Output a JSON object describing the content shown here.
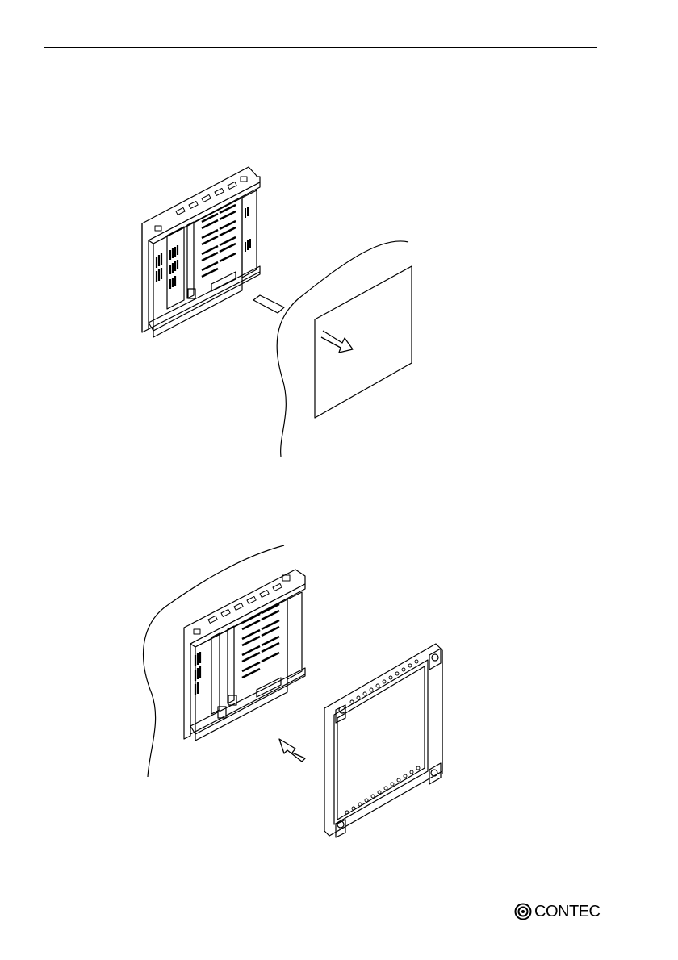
{
  "footer": {
    "brand": "CONTEC",
    "brand_mark_icon": "contec-ring-logo-icon"
  },
  "figures": {
    "figure_1": "panel-pc-inserted-into-panel-cutout",
    "figure_2": "mounting-bracket-attached-from-rear"
  }
}
